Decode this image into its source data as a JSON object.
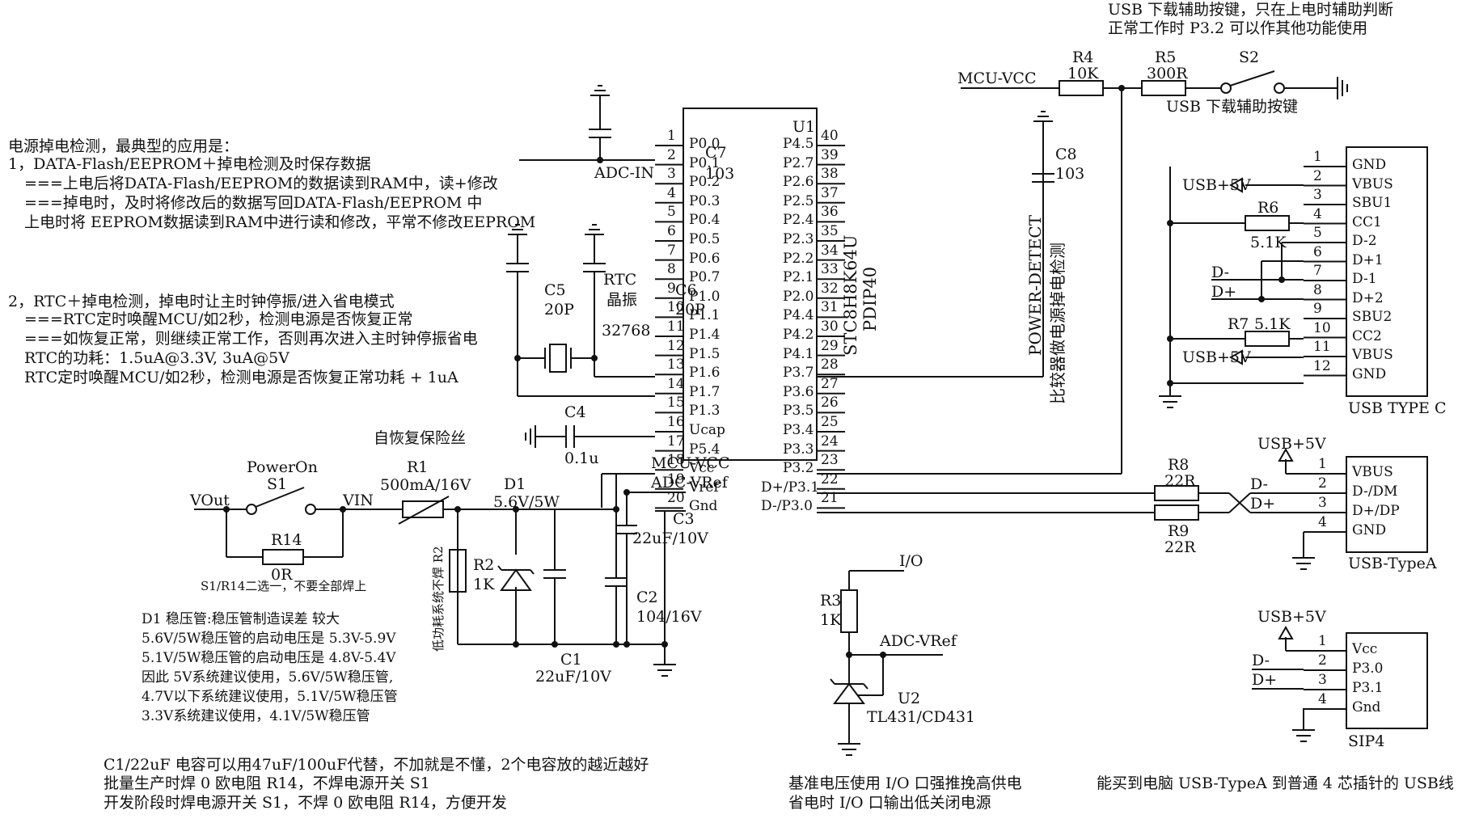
{
  "notes": {
    "top_header": "USB 下载辅助按键，只在上电时辅助判断",
    "top_header2": "正常工作时 P3.2 可以作其他功能使用",
    "usb_key_label": "USB 下载辅助按键",
    "power_loss_title": "电源掉电检测，最典型的应用是：",
    "pl1": "1，DATA-Flash/EEPROM＋掉电检测及时保存数据",
    "pl1a": "===上电后将DATA-Flash/EEPROM的数据读到RAM中，读+修改",
    "pl1b": "===掉电时，及时将修改后的数据写回DATA-Flash/EEPROM 中",
    "pl1c": "上电时将 EEPROM数据读到RAM中进行读和修改，平常不修改EEPROM",
    "pl2": "2，RTC＋掉电检测，掉电时让主时钟停振/进入省电模式",
    "pl2a": "===RTC定时唤醒MCU/如2秒，检测电源是否恢复正常",
    "pl2b": "===如恢复正常，则继续正常工作，否则再次进入主时钟停振省电",
    "pl2c": "RTC的功耗：1.5uA@3.3V, 3uA@5V",
    "pl2d": "RTC定时唤醒MCU/如2秒，检测电源是否恢复正常功耗 + 1uA",
    "s1_r14": "S1/R14二选一，不要全部焊上",
    "d1_1": "D1 稳压管:稳压管制造误差 较大",
    "d1_2": "5.6V/5W稳压管的启动电压是 5.3V-5.9V",
    "d1_3": "5.1V/5W稳压管的启动电压是 4.8V-5.4V",
    "d1_4": "因此 5V系统建议使用，5.6V/5W稳压管,",
    "d1_5": "4.7V以下系统建议使用，5.1V/5W稳压管",
    "d1_6": "3.3V系统建议使用，4.1V/5W稳压管",
    "c1_1": "C1/22uF 电容可以用47uF/100uF代替，不加就是不懂，2个电容放的越近越好",
    "c1_2": "批量生产时焊 0 欧电阻 R14，不焊电源开关 S1",
    "c1_3": "开发阶段时焊电源开关 S1，不焊 0 欧电阻 R14，方便开发",
    "ref_1": "基准电压使用 I/O 口强推挽高供电",
    "ref_2": "省电时 I/O 口输出低关闭电源",
    "cable": "能买到电脑 USB-TypeA 到普通 4 芯插针的 USB线",
    "fuse": "自恢复保险丝",
    "r2_note": "低功耗系统不焊 R2",
    "comparator": "比较器做电源掉电检测",
    "power_detect": "POWER-DETECT"
  },
  "mcu": {
    "ref": "U1",
    "part": "STC8H8K64U",
    "package": "PDIP40",
    "left_nums": [
      "1",
      "2",
      "3",
      "4",
      "5",
      "6",
      "7",
      "8",
      "9",
      "10",
      "11",
      "12",
      "13",
      "14",
      "15",
      "16",
      "17",
      "18",
      "19",
      "20"
    ],
    "left_names": [
      "P0.0",
      "P0.1",
      "P0.2",
      "P0.3",
      "P0.4",
      "P0.5",
      "P0.6",
      "P0.7",
      "P1.0",
      "P1.1",
      "P1.4",
      "P1.5",
      "P1.6",
      "P1.7",
      "P1.3",
      "Ucap",
      "P5.4",
      "Vcc",
      "Vref",
      "Gnd"
    ],
    "right_nums": [
      "40",
      "39",
      "38",
      "37",
      "36",
      "35",
      "34",
      "33",
      "32",
      "31",
      "30",
      "29",
      "28",
      "27",
      "26",
      "25",
      "24",
      "23",
      "22",
      "21"
    ],
    "right_names": [
      "P4.5",
      "P2.7",
      "P2.6",
      "P2.5",
      "P2.4",
      "P2.3",
      "P2.2",
      "P2.1",
      "P2.0",
      "P4.4",
      "P4.2",
      "P4.1",
      "P3.7",
      "P3.6",
      "P3.5",
      "P3.4",
      "P3.3",
      "P3.2",
      "D+/P3.1",
      "D-/P3.0"
    ]
  },
  "labels": {
    "adc_in": "ADC-IN",
    "mcu_vcc": "MCU-VCC",
    "mcu_vcc2": "MCU-VCC",
    "adc_vref": "ADC-VRef",
    "adc_vref2": "ADC-VRef",
    "io": "I/O",
    "vout": "VOut",
    "vin": "VIN",
    "usb5v_a": "USB+5V",
    "usb5v_b": "USB+5V",
    "usb5v_c": "USB+5V",
    "usb5v_d": "USB+5V",
    "dminus_1": "D-",
    "dplus_1": "D+",
    "dminus_2": "D-",
    "dplus_2": "D+",
    "dminus_3": "D-",
    "dplus_3": "D+"
  },
  "parts": {
    "c7": "C7",
    "c7v": "103",
    "c8": "C8",
    "c8v": "103",
    "c5": "C5",
    "c5v": "20P",
    "c6": "C6",
    "c6v": "20P",
    "rtc": "RTC",
    "rtc2": "晶振",
    "xtal": "32768",
    "c4": "C4",
    "c4v": "0.1u",
    "r4": "R4",
    "r4v": "10K",
    "r5": "R5",
    "r5v": "300R",
    "s2": "S2",
    "r6": "R6",
    "r6v": "5.1K",
    "r7": "R7",
    "r7v": "5.1K",
    "r8": "R8",
    "r8v": "22R",
    "r9": "R9",
    "r9v": "22R",
    "poweron": "PowerOn",
    "s1": "S1",
    "r1": "R1",
    "r1v": "500mA/16V",
    "r14": "R14",
    "r14v": "0R",
    "d1": "D1",
    "d1v": "5.6V/5W",
    "r2": "R2",
    "r2v": "1K",
    "c1": "C1",
    "c1v": "22uF/10V",
    "c2": "C2",
    "c2v": "104/16V",
    "c3": "C3",
    "c3v": "22uF/10V",
    "r3": "R3",
    "r3v": "1K",
    "u2": "U2",
    "u2v": "TL431/CD431"
  },
  "typec": {
    "title": "USB TYPE C",
    "nums": [
      "1",
      "2",
      "3",
      "4",
      "5",
      "6",
      "7",
      "8",
      "9",
      "10",
      "11",
      "12"
    ],
    "names": [
      "GND",
      "VBUS",
      "SBU1",
      "CC1",
      "D-2",
      "D+1",
      "D-1",
      "D+2",
      "SBU2",
      "CC2",
      "VBUS",
      "GND"
    ]
  },
  "typea": {
    "title": "USB-TypeA",
    "nums": [
      "1",
      "2",
      "3",
      "4"
    ],
    "names": [
      "VBUS",
      "D-/DM",
      "D+/DP",
      "GND"
    ]
  },
  "sip4": {
    "title": "SIP4",
    "nums": [
      "1",
      "2",
      "3",
      "4"
    ],
    "names": [
      "Vcc",
      "P3.0",
      "P3.1",
      "Gnd"
    ]
  }
}
